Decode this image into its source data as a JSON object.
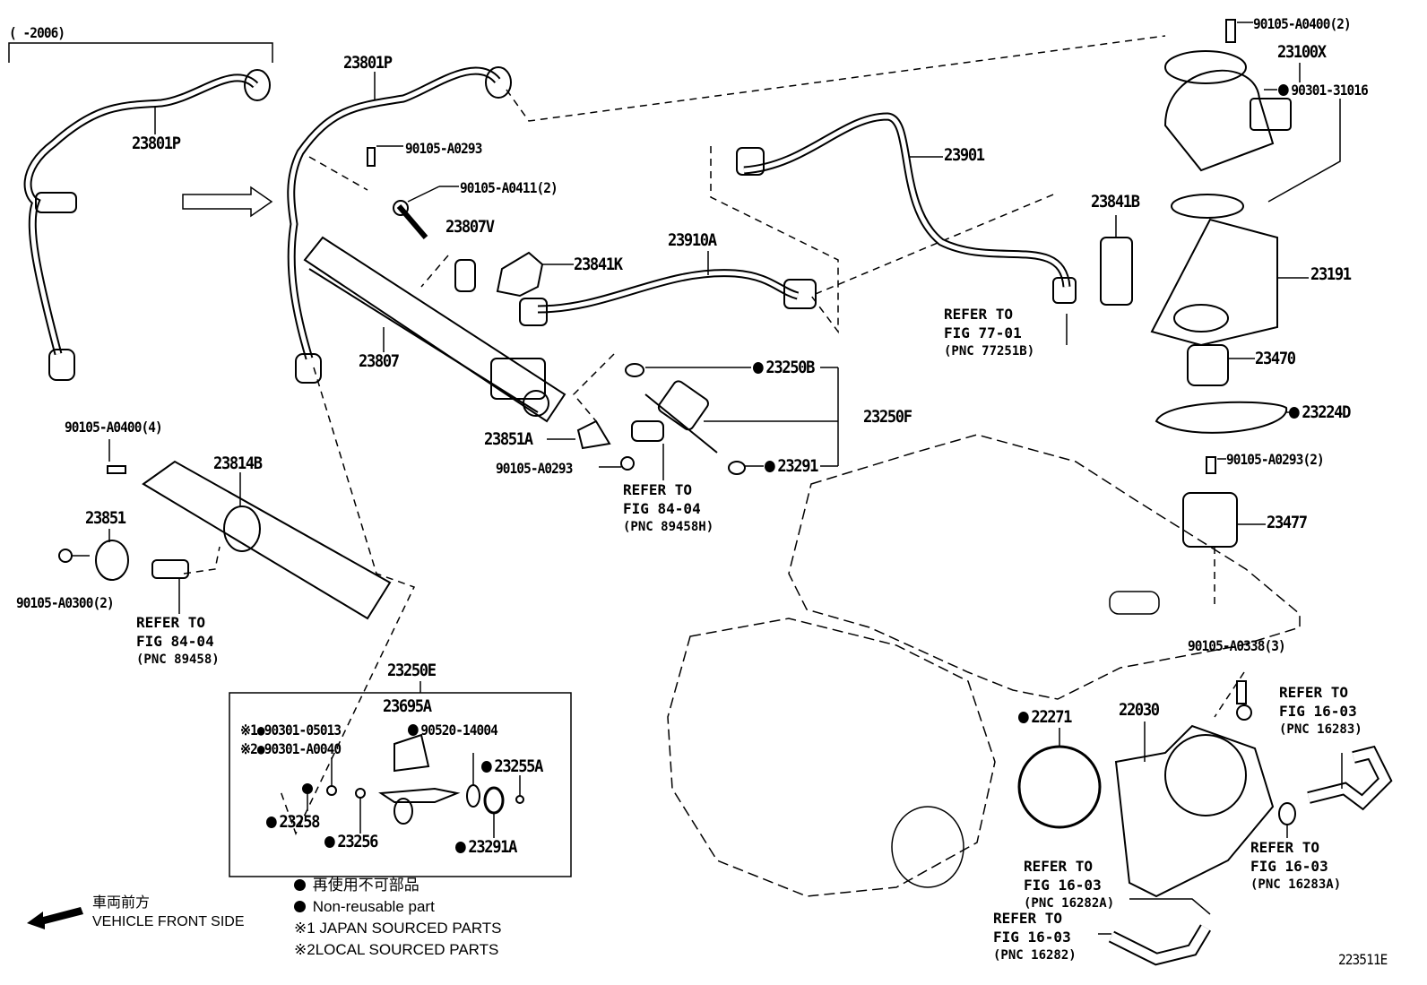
{
  "diagram_id": "223511E",
  "year_range": "(      -2006)",
  "parts": {
    "p23801P_old": "23801P",
    "p23801P": "23801P",
    "b90105_A0293_a": "90105-A0293",
    "b90105_A0411": "90105-A0411(2)",
    "p23807V": "23807V",
    "p23841K": "23841K",
    "p23910A": "23910A",
    "p23901": "23901",
    "b90105_A0400_2": "90105-A0400(2)",
    "p23100X": "23100X",
    "p90301_31016": "90301-31016",
    "p23841B": "23841B",
    "p23191": "23191",
    "p23470": "23470",
    "p23224D": "23224D",
    "b90105_A0293_2": "90105-A0293(2)",
    "p23477": "23477",
    "b90105_A0338": "90105-A0338(3)",
    "p22271": "22271",
    "p22030": "22030",
    "p23807": "23807",
    "p23250B": "23250B",
    "p23250F": "23250F",
    "p23851A": "23851A",
    "p23291": "23291",
    "b90105_A0293_b": "90105-A0293",
    "b90105_A0400_4": "90105-A0400(4)",
    "p23814B": "23814B",
    "p23851": "23851",
    "b90105_A0300": "90105-A0300(2)",
    "p23250E": "23250E",
    "p23695A": "23695A",
    "p90301_05013": "※1●90301-05013",
    "p90301_A0040": "※2●90301-A0040",
    "p90520_14004": "90520-14004",
    "p23255A": "23255A",
    "p23258": "23258",
    "p23256": "23256",
    "p23291A": "23291A"
  },
  "refs": [
    {
      "l1": "REFER TO",
      "l2": "FIG 77-01",
      "l3": "(PNC 77251B)"
    },
    {
      "l1": "REFER TO",
      "l2": "FIG 84-04",
      "l3": "(PNC 89458H)"
    },
    {
      "l1": "REFER TO",
      "l2": "FIG 84-04",
      "l3": "(PNC 89458)"
    },
    {
      "l1": "REFER TO",
      "l2": "FIG 16-03",
      "l3": "(PNC 16283)"
    },
    {
      "l1": "REFER TO",
      "l2": "FIG 16-03",
      "l3": "(PNC 16283A)"
    },
    {
      "l1": "REFER TO",
      "l2": "FIG 16-03",
      "l3": "(PNC 16282A)"
    },
    {
      "l1": "REFER TO",
      "l2": "FIG 16-03",
      "l3": "(PNC 16282)"
    }
  ],
  "legend": {
    "nonreusable_jp": "再使用不可部品",
    "nonreusable_en": "Non-reusable part",
    "japan": "※1 JAPAN SOURCED PARTS",
    "local": "※2LOCAL SOURCED PARTS",
    "front_jp": "車両前方",
    "front_en": "VEHICLE FRONT SIDE"
  }
}
